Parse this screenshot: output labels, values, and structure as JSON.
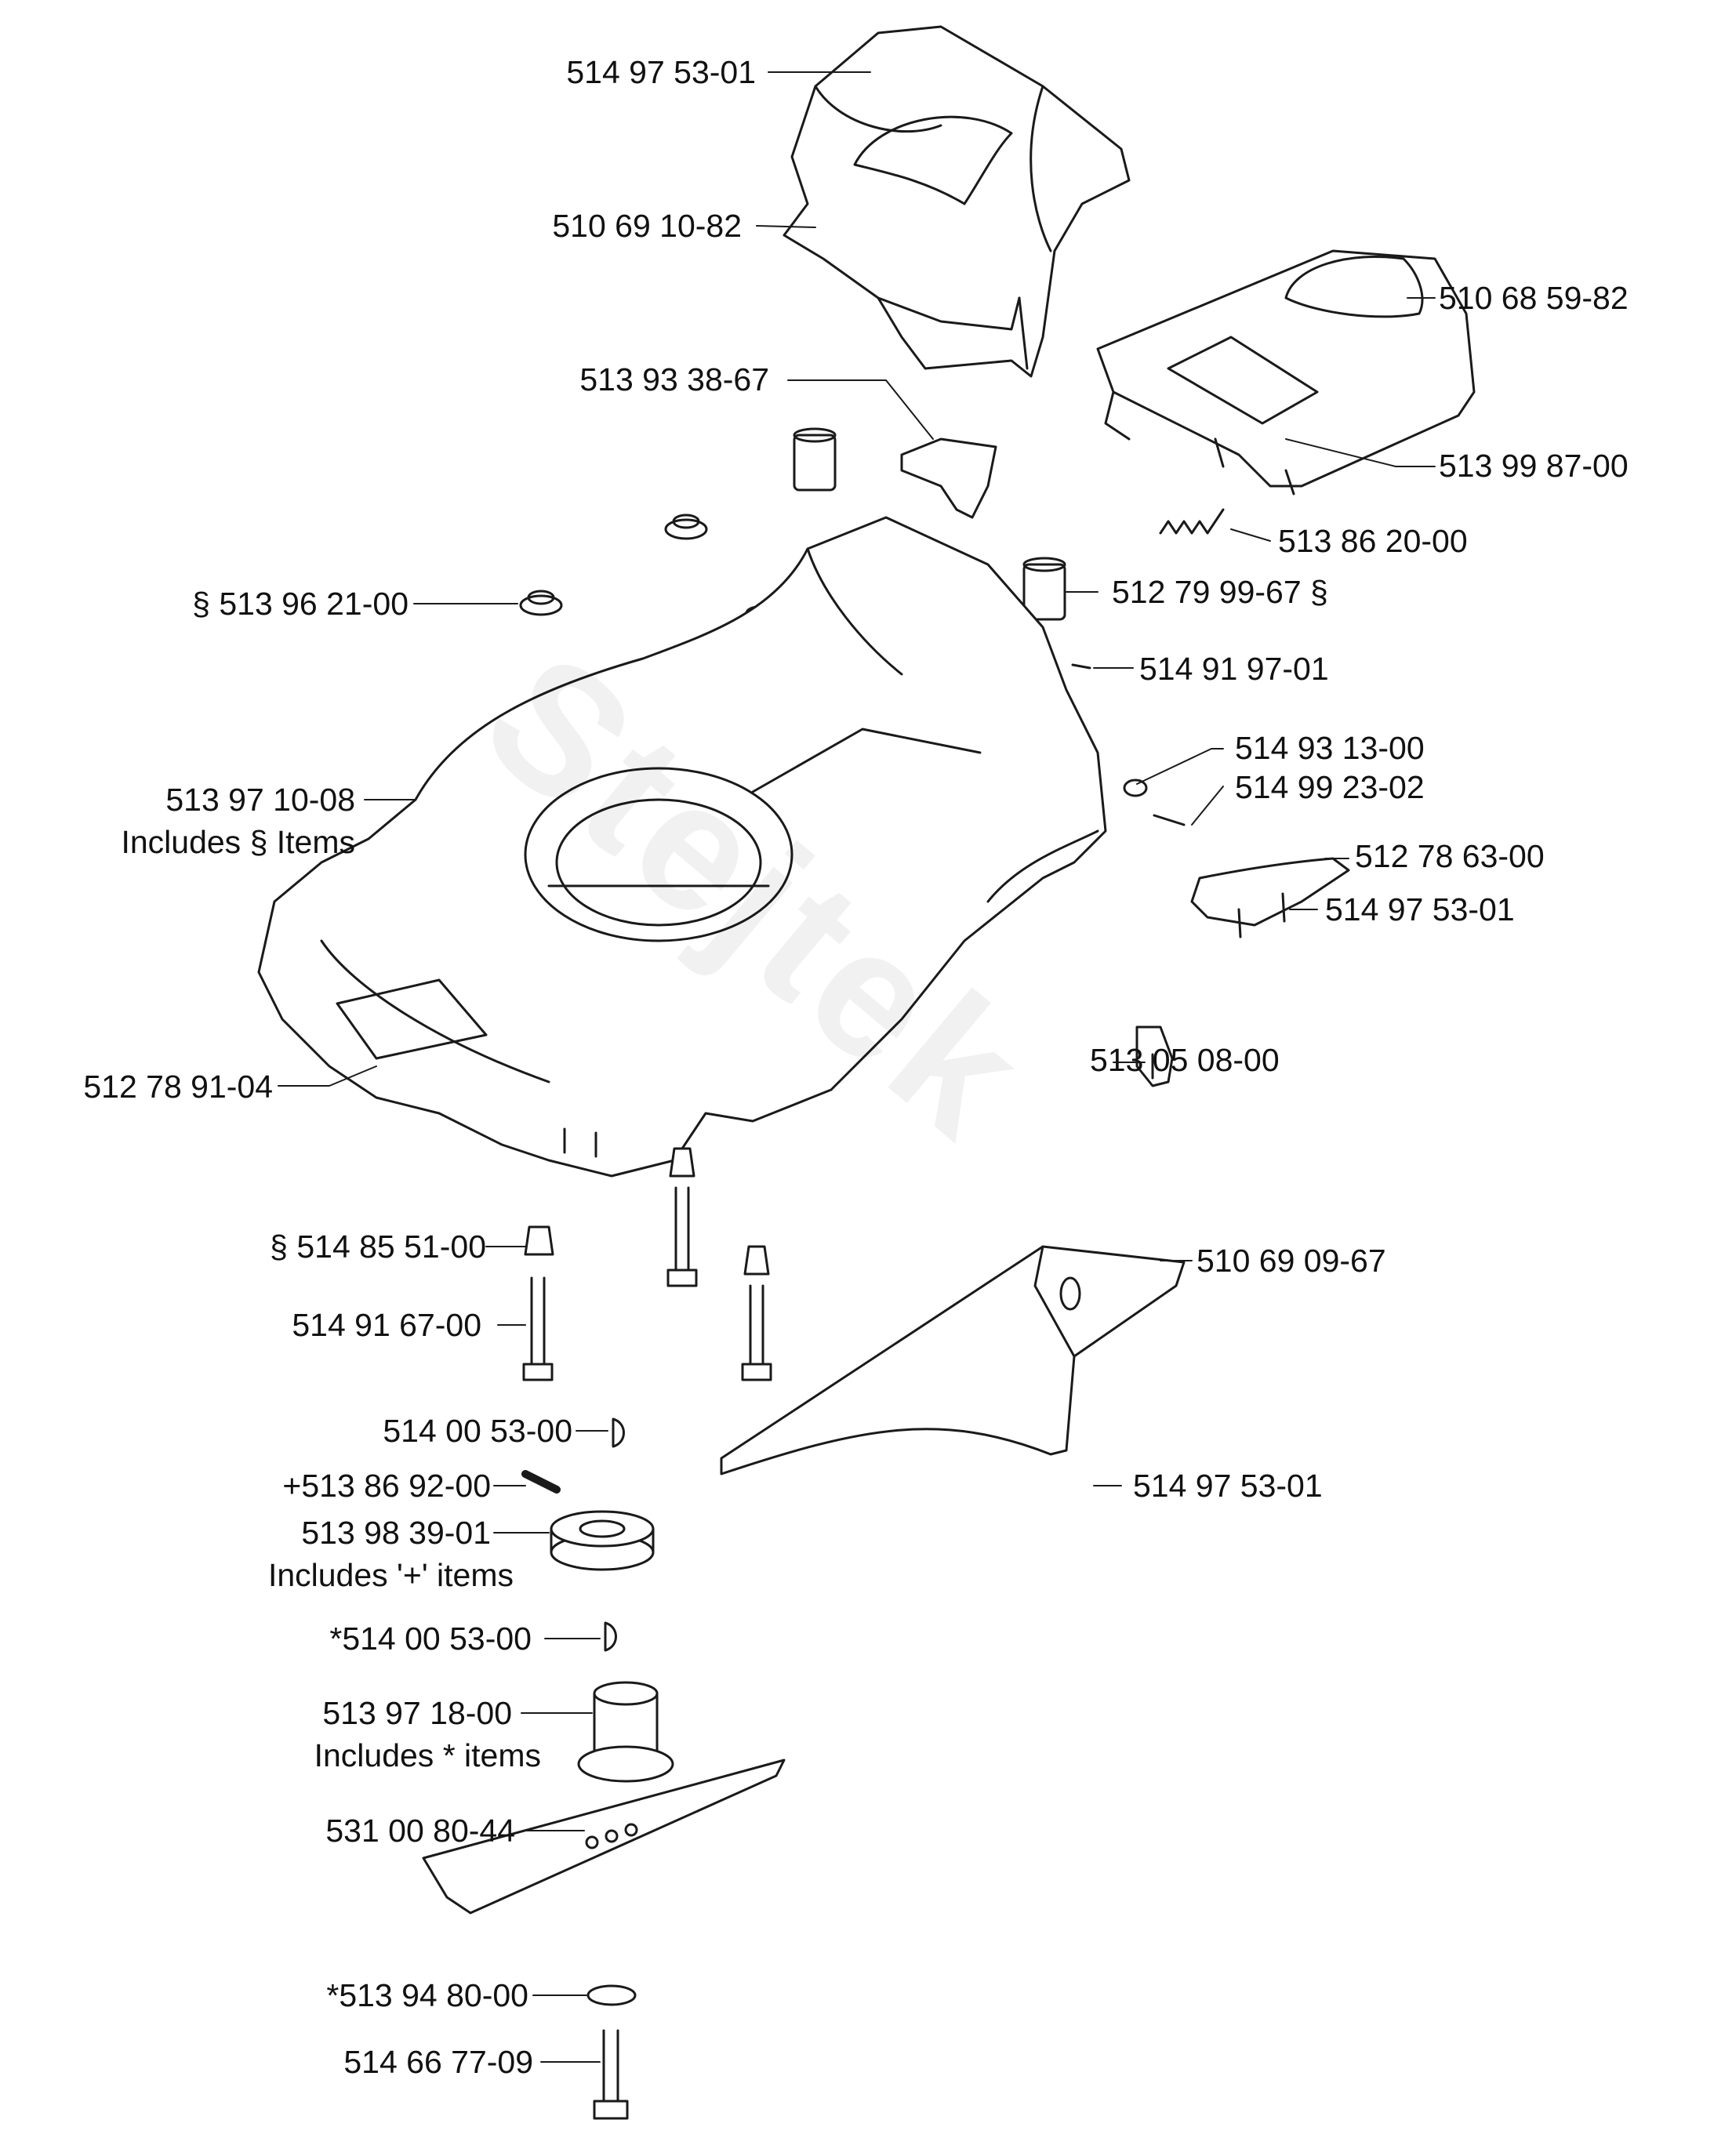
{
  "labels": {
    "l01": "514 97 53-01",
    "l02": "510 69 10-82",
    "l03": "510 68 59-82",
    "l04": "513 93 38-67",
    "l05": "513 99 87-00",
    "l06": "513 86 20-00",
    "l07": "§ 513 96 21-00",
    "l08": "512 79 99-67 §",
    "l09": "514 91 97-01",
    "l10": "514 93 13-00",
    "l11": "514 99 23-02",
    "l12": "513 97 10-08",
    "l12b": "Includes § Items",
    "l13": "512 78 63-00",
    "l14": "514 97 53-01",
    "l15": "512 78 91-04",
    "l16": "513 05 08-00",
    "l17": "§ 514 85 51-00",
    "l18": "510 69 09-67",
    "l19": "514 91 67-00",
    "l20": "514 00 53-00",
    "l21": "+513 86 92-00",
    "l22": "514 97 53-01",
    "l23": "513 98 39-01",
    "l23b": "Includes '+' items",
    "l24": "*514 00 53-00",
    "l25": "513 97 18-00",
    "l25b": "Includes  *  items",
    "l26": "531 00 80-44",
    "l27": "*513 94 80-00",
    "l28": "514 66 77-09"
  },
  "watermark": "Stejtek",
  "colors": {
    "line": "#1a1a1a",
    "background": "#ffffff"
  }
}
